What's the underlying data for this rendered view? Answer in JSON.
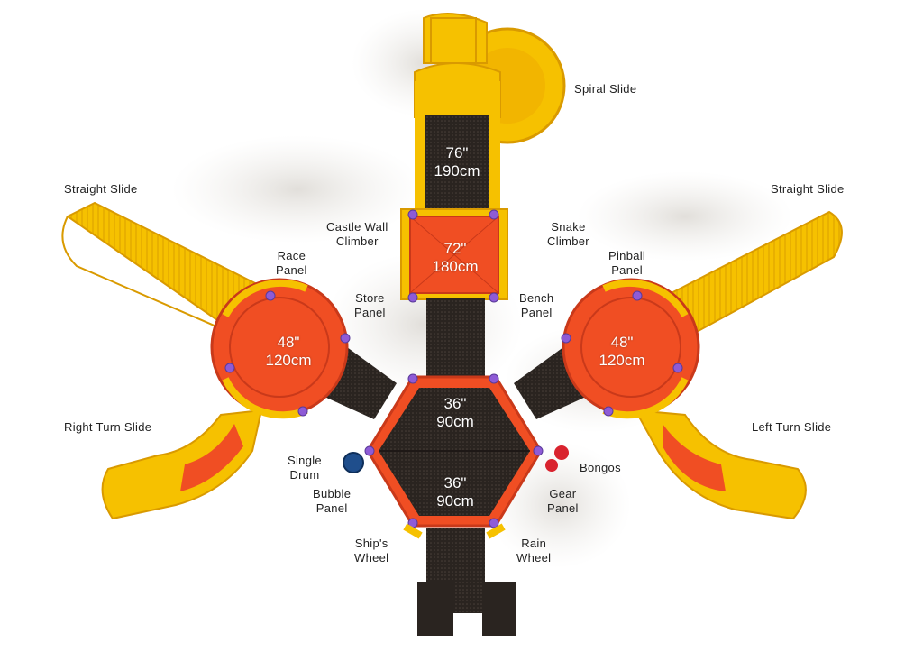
{
  "colors": {
    "slide_yellow": "#F6C100",
    "slide_yellow_dark": "#D99A00",
    "deck_orange": "#F04E23",
    "deck_orange_dark": "#C9391A",
    "deck_black": "#2A2420",
    "clamp_purple": "#8E5BD6",
    "drum_blue": "#1F4E8C",
    "bongo_red": "#D9232E"
  },
  "labels": {
    "spiral_slide": "Spiral Slide",
    "straight_slide_left": "Straight Slide",
    "straight_slide_right": "Straight Slide",
    "castle_wall_climber": [
      "Castle Wall",
      "Climber"
    ],
    "snake_climber": [
      "Snake",
      "Climber"
    ],
    "race_panel": [
      "Race",
      "Panel"
    ],
    "pinball_panel": [
      "Pinball",
      "Panel"
    ],
    "store_panel": [
      "Store",
      "Panel"
    ],
    "bench_panel": [
      "Bench",
      "Panel"
    ],
    "right_turn_slide": "Right Turn Slide",
    "left_turn_slide": "Left Turn Slide",
    "single_drum": [
      "Single",
      "Drum"
    ],
    "bongos": "Bongos",
    "bubble_panel": [
      "Bubble",
      "Panel"
    ],
    "gear_panel": [
      "Gear",
      "Panel"
    ],
    "ships_wheel": [
      "Ship's",
      "Wheel"
    ],
    "rain_wheel": [
      "Rain",
      "Wheel"
    ]
  },
  "deck_heights": {
    "top_deck": [
      "76\"",
      "190cm"
    ],
    "climber_deck": [
      "72\"",
      "180cm"
    ],
    "left_round_deck": [
      "48\"",
      "120cm"
    ],
    "right_round_deck": [
      "48\"",
      "120cm"
    ],
    "hex_upper": [
      "36\"",
      "90cm"
    ],
    "hex_lower": [
      "36\"",
      "90cm"
    ]
  }
}
